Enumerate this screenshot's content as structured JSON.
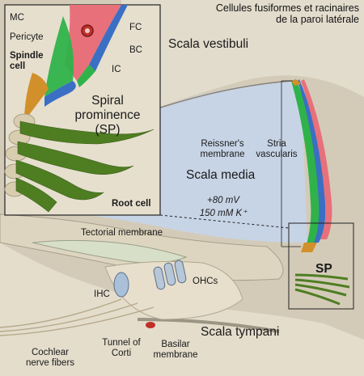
{
  "title": {
    "line1": "Cellules fusiformes et racinaires",
    "line2": "de la paroi latérale"
  },
  "inset": {
    "mc": "MC",
    "pericyte": "Pericyte",
    "spindle1": "Spindle",
    "spindle2": "cell",
    "fc": "FC",
    "bc": "BC",
    "ic": "IC",
    "sp1": "Spiral",
    "sp2": "prominence",
    "sp3": "(SP)",
    "root_cell": "Root cell"
  },
  "main": {
    "scala_vestibuli": "Scala vestibuli",
    "reissner1": "Reissner's",
    "reissner2": "membrane",
    "stria1": "Stria",
    "stria2": "vascularis",
    "scala_media": "Scala media",
    "voltage": "+80 mV",
    "potassium": "150 mM K⁺",
    "sp": "SP",
    "tectorial": "Tectorial membrane",
    "ihc": "IHC",
    "ohcs": "OHCs",
    "scala_tympani": "Scala tympani",
    "cochlear1": "Cochlear",
    "cochlear2": "nerve fibers",
    "tunnel1": "Tunnel of",
    "tunnel2": "Corti",
    "basilar1": "Basilar",
    "basilar2": "membrane"
  },
  "colors": {
    "marginal": "#e8707a",
    "intermediate": "#3a6fc4",
    "basal": "#2fb24a",
    "spindle": "#d2902a",
    "root": "#4f7d22",
    "bone": "#ddd5c3",
    "duct": "#c0d0e4"
  }
}
